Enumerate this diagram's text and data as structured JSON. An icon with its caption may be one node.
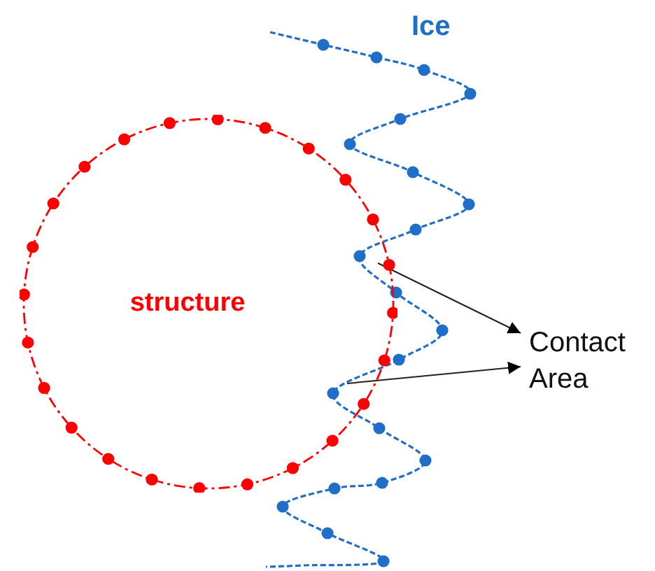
{
  "diagram": {
    "nodes": [
      {
        "text": [
          "structure"
        ]
      },
      {
        "text": [
          "Contact Area"
        ]
      }
    ],
    "edges": [
      {
        "from": 0,
        "to": 1,
        "arrow": "to"
      },
      {
        "from": 0,
        "to": 1,
        "arrow": "to"
      }
    ],
    "labels": [
      "Ice"
    ]
  }
}
